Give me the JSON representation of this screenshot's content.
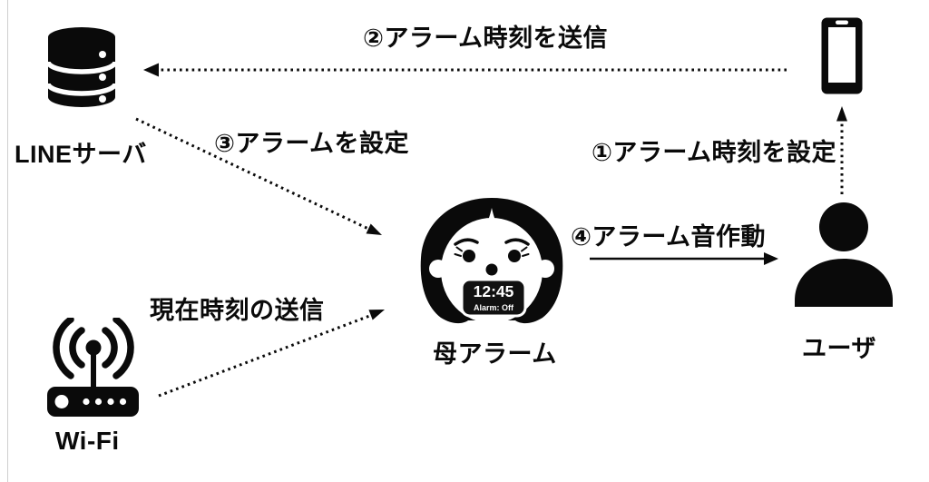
{
  "colors": {
    "ink": "#0a0a0a",
    "background": "#ffffff",
    "screen_fill": "#111111",
    "screen_text": "#ffffff"
  },
  "nodes": {
    "line_server": {
      "label": "LINEサーバ",
      "icon": "database-icon"
    },
    "smartphone": {
      "icon": "smartphone-icon"
    },
    "mother_alarm": {
      "label": "母アラーム",
      "icon": "mother-face-icon",
      "screen": {
        "time": "12:45",
        "alarm_status": "Alarm: Off"
      }
    },
    "wifi": {
      "label": "Wi-Fi",
      "icon": "wifi-router-icon"
    },
    "user": {
      "label": "ユーザ",
      "icon": "person-icon"
    }
  },
  "edges": {
    "step1": {
      "label": "①アラーム時刻を設定",
      "from": "user",
      "to": "smartphone",
      "line_style": "dotted"
    },
    "step2": {
      "label": "②アラーム時刻を送信",
      "from": "smartphone",
      "to": "line_server",
      "line_style": "dotted"
    },
    "step3": {
      "label": "③アラームを設定",
      "from": "line_server",
      "to": "mother_alarm",
      "line_style": "dotted"
    },
    "step4": {
      "label": "④アラーム音作動",
      "from": "mother_alarm",
      "to": "user",
      "line_style": "solid"
    },
    "current_time": {
      "label": "現在時刻の送信",
      "from": "wifi",
      "to": "mother_alarm",
      "line_style": "dotted"
    }
  }
}
